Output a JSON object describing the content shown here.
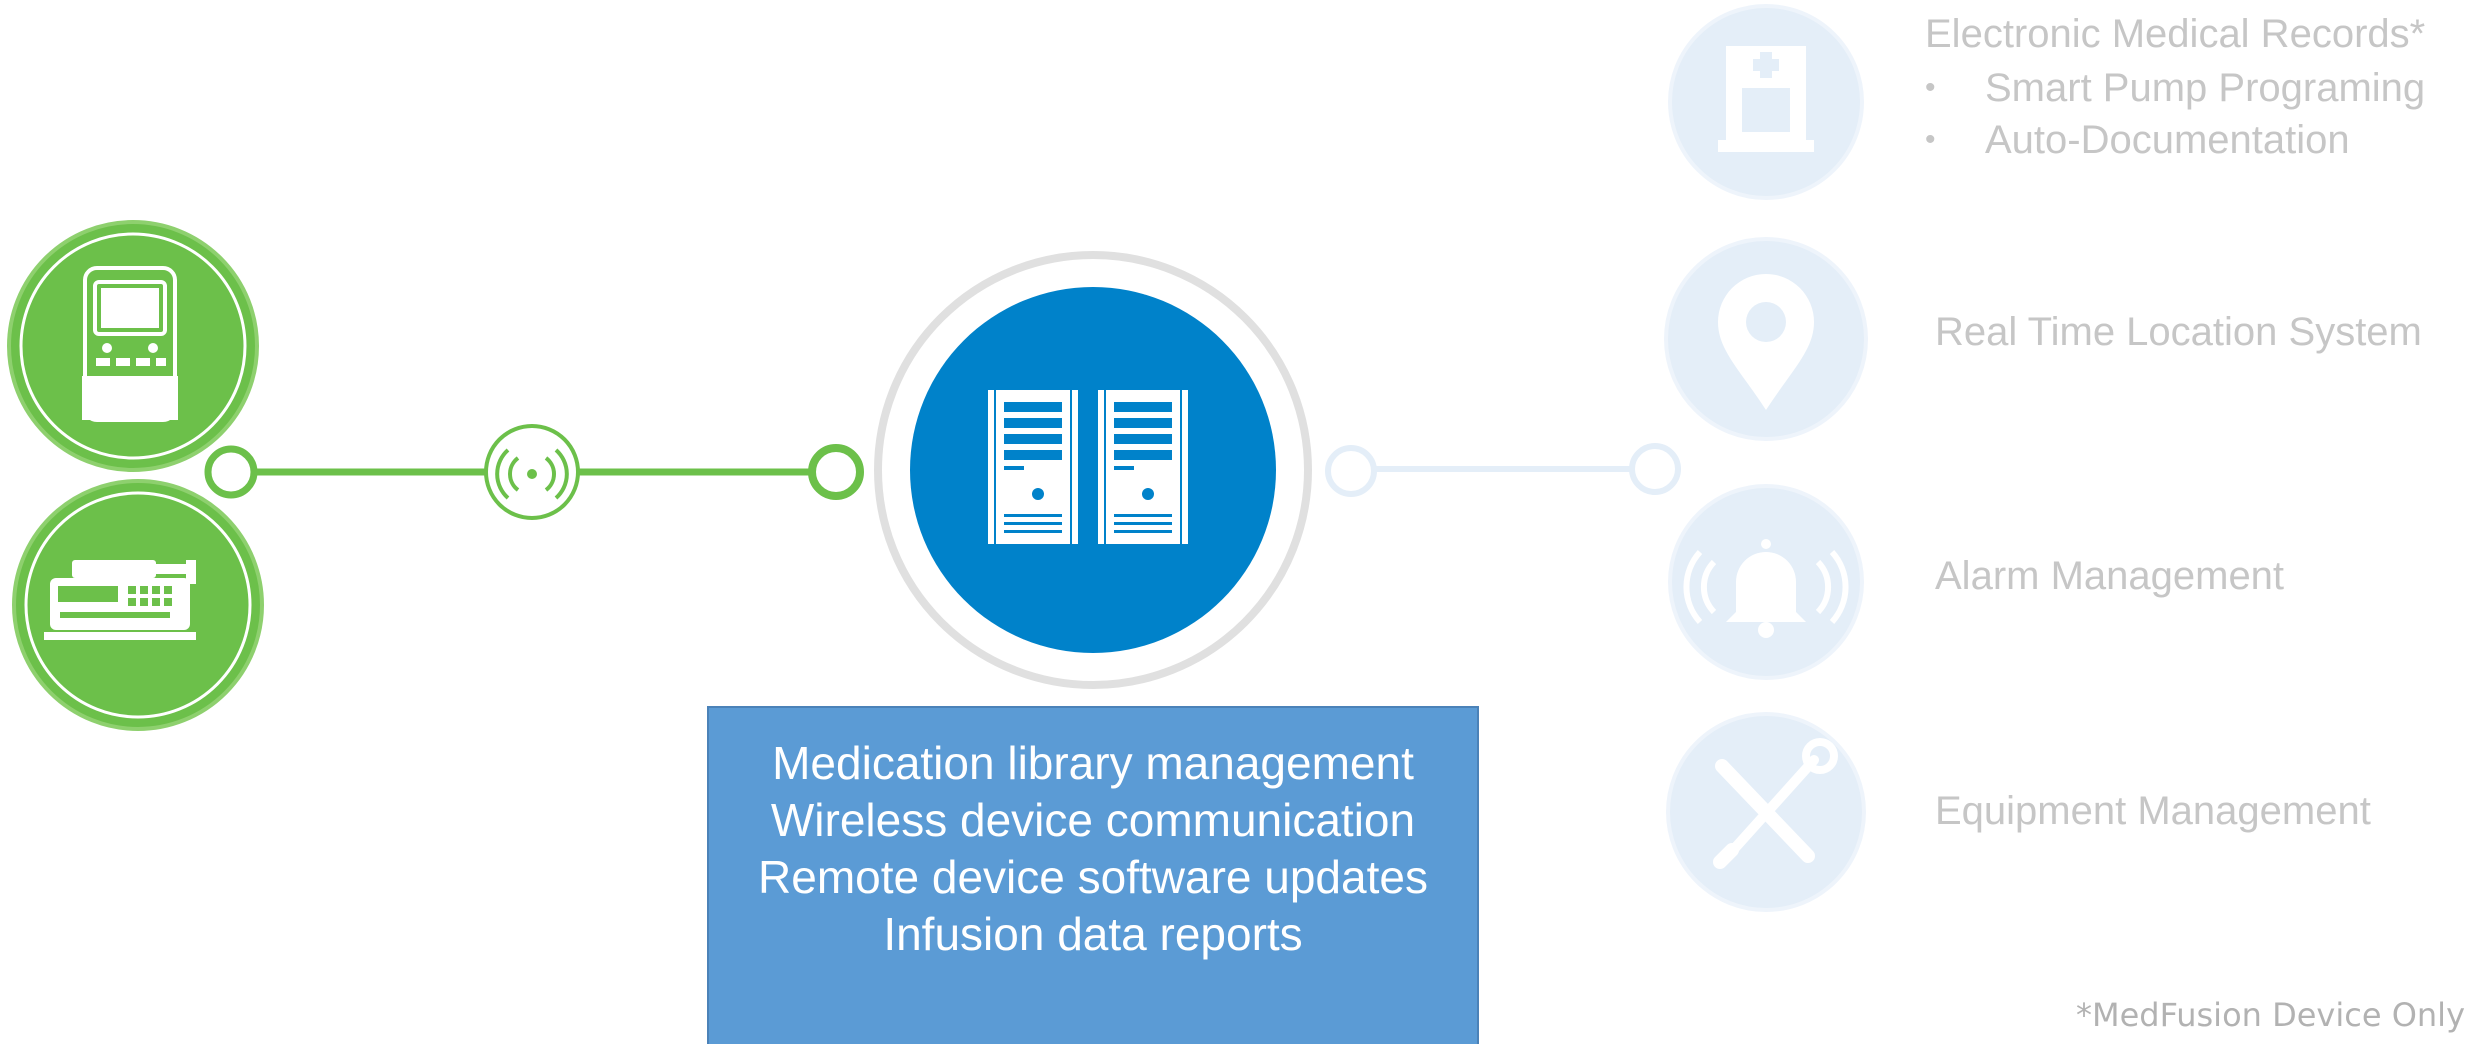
{
  "services": {
    "emr": {
      "title": "Electronic Medical Records*",
      "bullets": [
        "Smart Pump Programing",
        "Auto-Documentation"
      ]
    },
    "rtls": {
      "title": "Real Time Location System"
    },
    "alarm": {
      "title": "Alarm Management"
    },
    "equipment": {
      "title": "Equipment Management"
    }
  },
  "server_features": [
    "Medication library management",
    "Wireless device communication",
    "Remote device software updates",
    "Infusion data reports"
  ],
  "footnote": "*MedFusion Device Only",
  "icons": {
    "devices": [
      "infusion-pump-icon",
      "syringe-pump-icon"
    ],
    "link": "wireless-signal-icon",
    "center": "server-icon",
    "services": [
      "hospital-icon",
      "location-pin-icon",
      "alarm-bell-icon",
      "tools-icon"
    ]
  },
  "colors": {
    "green": "#6cc04a",
    "blue": "#0082ca",
    "faded_blue": "#e4eef8",
    "ring_gray": "#dedede",
    "box_blue": "#5b9bd5"
  }
}
